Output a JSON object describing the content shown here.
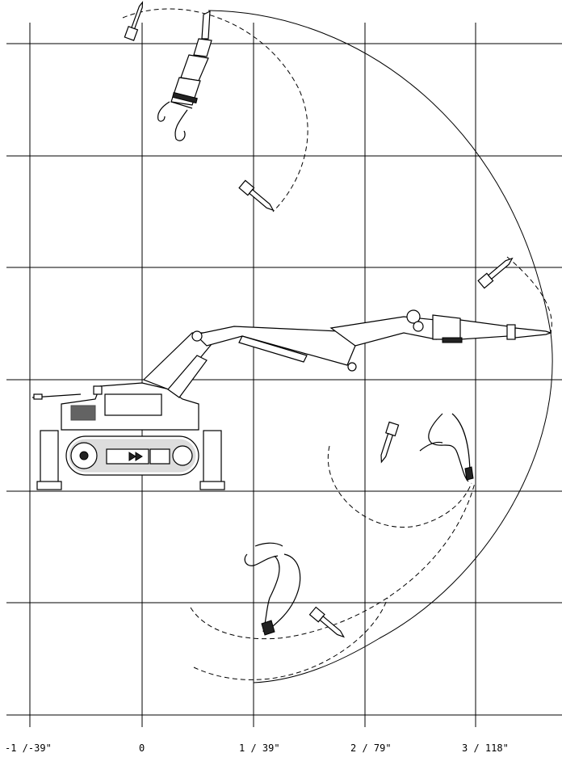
{
  "axis": {
    "ticks": [
      {
        "label": "-1 /-39\""
      },
      {
        "label": "0"
      },
      {
        "label": "1 / 39\""
      },
      {
        "label": "2 / 79\""
      },
      {
        "label": "3 / 118\""
      }
    ]
  },
  "colors": {
    "line": "#000000",
    "background": "#ffffff"
  }
}
